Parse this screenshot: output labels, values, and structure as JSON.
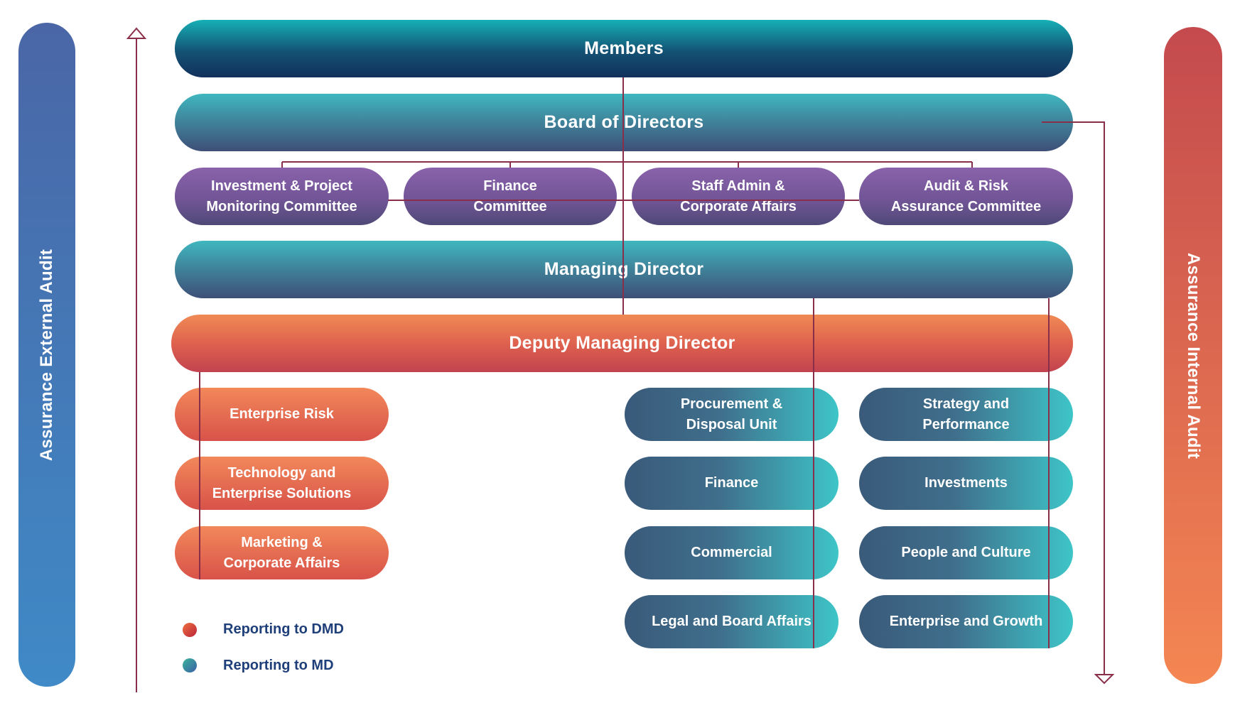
{
  "top": {
    "members": "Members",
    "board": "Board of Directors",
    "md": "Managing Director",
    "dmd": "Deputy Managing Director"
  },
  "committees": [
    [
      "Investment & Project",
      "Monitoring Committee"
    ],
    [
      "Finance",
      "Committee"
    ],
    [
      "Staff Admin &",
      "Corporate Affairs"
    ],
    [
      "Audit & Risk",
      "Assurance Committee"
    ]
  ],
  "dmd_units": [
    [
      "Enterprise Risk"
    ],
    [
      "Technology and",
      "Enterprise Solutions"
    ],
    [
      "Marketing &",
      "Corporate Affairs"
    ]
  ],
  "md_units_col1": [
    [
      "Procurement &",
      "Disposal Unit"
    ],
    [
      "Finance"
    ],
    [
      "Commercial"
    ],
    [
      "Legal and Board Affairs"
    ]
  ],
  "md_units_col2": [
    [
      "Strategy and",
      "Performance"
    ],
    [
      "Investments"
    ],
    [
      "People and Culture"
    ],
    [
      "Enterprise and Growth"
    ]
  ],
  "side": {
    "left": "Assurance External Audit",
    "right": "Assurance Internal Audit"
  },
  "legend": {
    "dmd": "Reporting to DMD",
    "md": "Reporting to MD"
  },
  "colors": {
    "connector": "#8a2f4a",
    "dmd_dot": "#d9432e",
    "md_dot_a": "#3bb59a",
    "md_dot_b": "#3b5fa6"
  }
}
